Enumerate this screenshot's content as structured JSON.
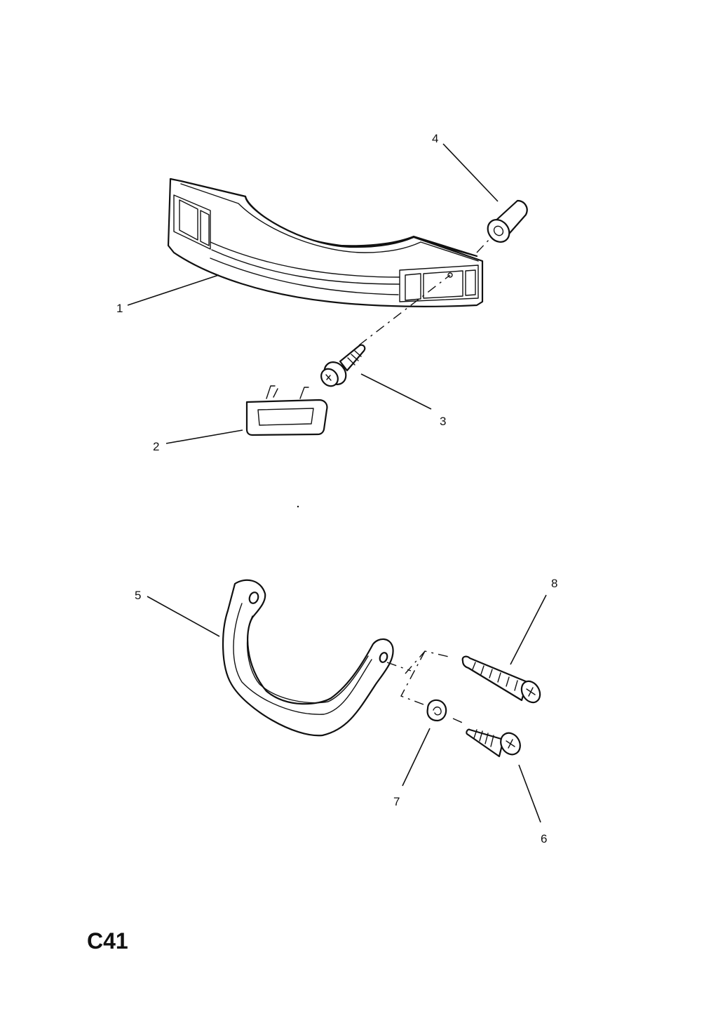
{
  "callouts": {
    "c1": "1",
    "c2": "2",
    "c3": "3",
    "c4": "4",
    "c5": "5",
    "c6": "6",
    "c7": "7",
    "c8": "8"
  },
  "page_code": "C41"
}
